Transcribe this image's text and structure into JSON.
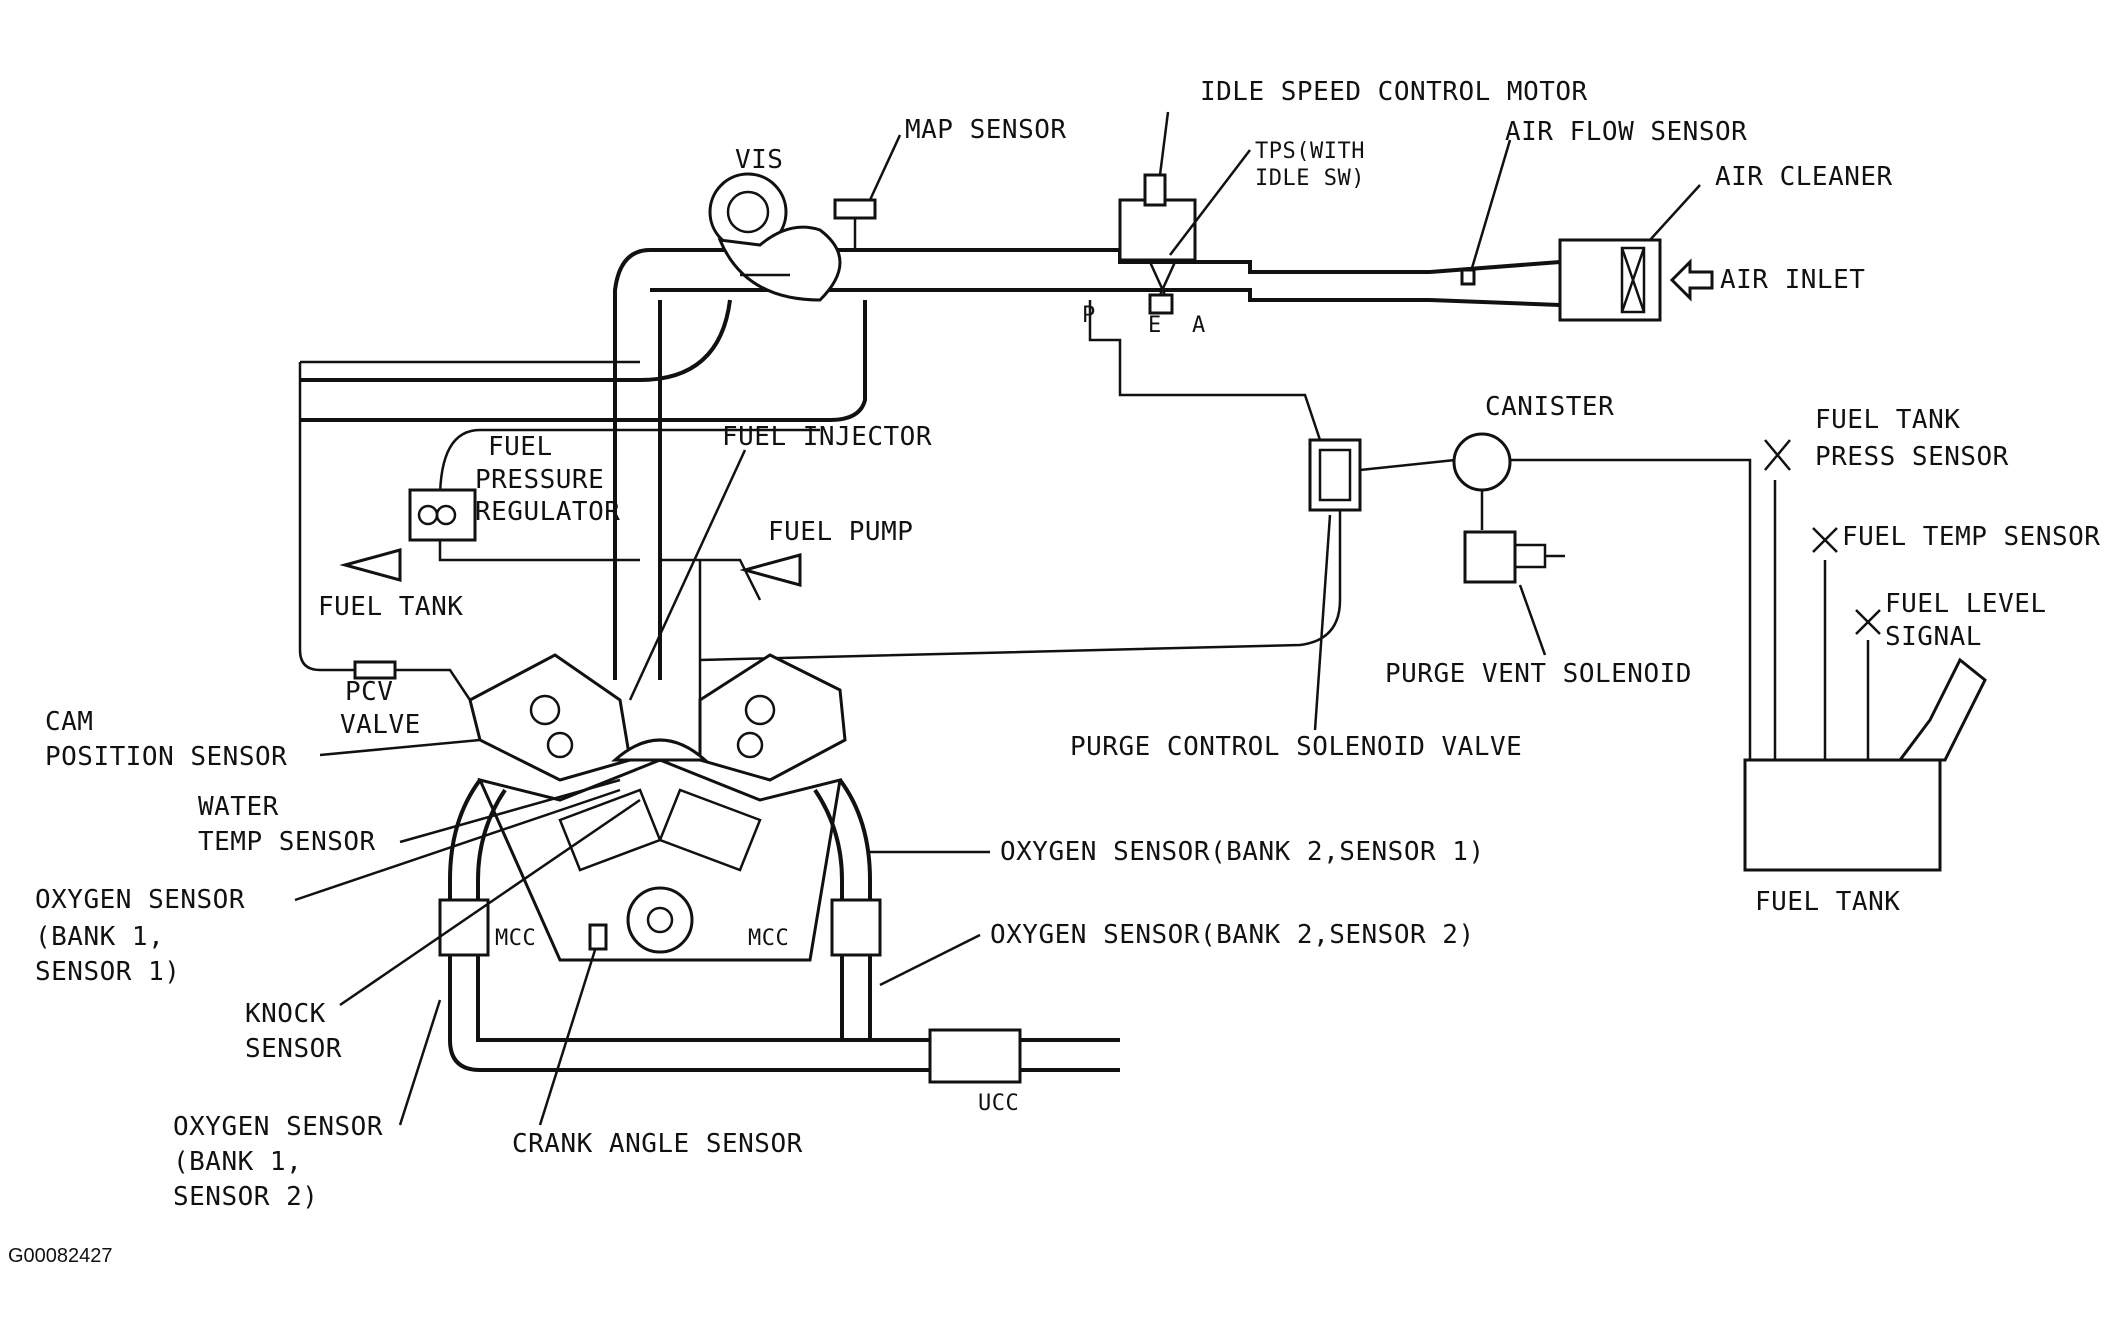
{
  "figure_id": "G00082427",
  "labels": {
    "idle_speed_control_motor": "IDLE SPEED CONTROL MOTOR",
    "map_sensor": "MAP SENSOR",
    "vis": "VIS",
    "tps_line1": "TPS(WITH",
    "tps_line2": "IDLE SW)",
    "air_flow_sensor": "AIR FLOW SENSOR",
    "air_cleaner": "AIR CLEANER",
    "air_inlet": "AIR INLET",
    "port_p": "P",
    "port_e": "E",
    "port_a": "A",
    "canister": "CANISTER",
    "fuel_tank_press_line1": "FUEL TANK",
    "fuel_tank_press_line2": "PRESS SENSOR",
    "fuel_temp_sensor": "FUEL TEMP SENSOR",
    "fuel_level_line1": "FUEL LEVEL",
    "fuel_level_line2": "SIGNAL",
    "fuel_injector": "FUEL INJECTOR",
    "fpr_line1": "FUEL",
    "fpr_line2": "PRESSURE",
    "fpr_line3": "REGULATOR",
    "fuel_pump": "FUEL PUMP",
    "fuel_tank_return": "FUEL TANK",
    "pcv_line1": "PCV",
    "pcv_line2": "VALVE",
    "cam_line1": "CAM",
    "cam_line2": "POSITION SENSOR",
    "water_line1": "WATER",
    "water_line2": "TEMP SENSOR",
    "o2_b1s1_line1": "OXYGEN SENSOR",
    "o2_b1s1_line2": "(BANK 1,",
    "o2_b1s1_line3": "SENSOR 1)",
    "knock_line1": "KNOCK",
    "knock_line2": "SENSOR",
    "o2_b1s2_line1": "OXYGEN SENSOR",
    "o2_b1s2_line2": "(BANK 1,",
    "o2_b1s2_line3": "SENSOR 2)",
    "crank_angle_sensor": "CRANK ANGLE SENSOR",
    "mcc_left": "MCC",
    "mcc_right": "MCC",
    "ucc": "UCC",
    "o2_b2s1": "OXYGEN SENSOR(BANK 2,SENSOR 1)",
    "o2_b2s2": "OXYGEN SENSOR(BANK 2,SENSOR 2)",
    "purge_vent_solenoid": "PURGE VENT SOLENOID",
    "purge_control_solenoid_valve": "PURGE CONTROL SOLENOID VALVE",
    "fuel_tank": "FUEL TANK"
  }
}
